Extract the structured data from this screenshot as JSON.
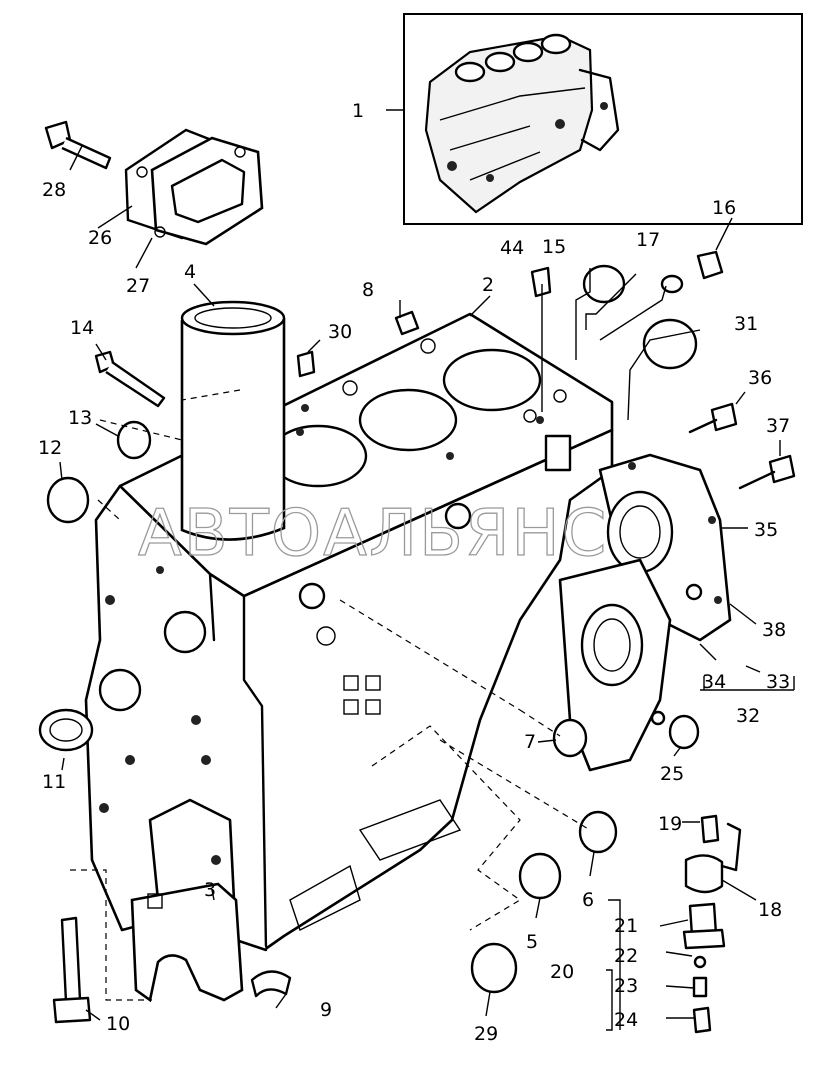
{
  "watermark": "АВТОАЛЬЯНС",
  "part_labels": [
    "1",
    "2",
    "3",
    "4",
    "5",
    "6",
    "7",
    "8",
    "9",
    "10",
    "11",
    "12",
    "13",
    "14",
    "15",
    "16",
    "17",
    "18",
    "19",
    "20",
    "21",
    "22",
    "23",
    "24",
    "25",
    "26",
    "27",
    "28",
    "29",
    "30",
    "31",
    "32",
    "33",
    "34",
    "35",
    "36",
    "37",
    "38",
    "44"
  ]
}
